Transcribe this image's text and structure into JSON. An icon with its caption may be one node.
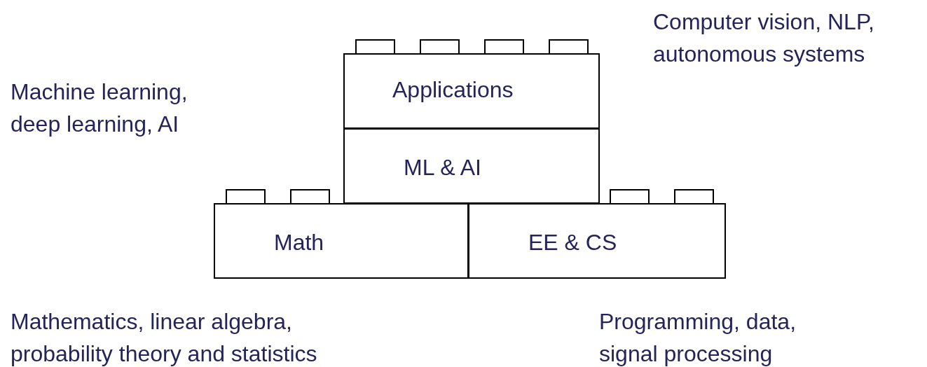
{
  "diagram": {
    "nodes": [
      {
        "text": [
          "Applications"
        ]
      },
      {
        "text": [
          "ML & AI"
        ]
      },
      {
        "text": [
          "Math"
        ]
      },
      {
        "text": [
          "EE & CS"
        ]
      }
    ],
    "edges": [],
    "labels": [
      "Computer vision, NLP, autonomous systems",
      "Machine learning, deep learning, AI",
      "Mathematics, linear algebra, probability theory and statistics",
      "Programming, data, signal processing"
    ]
  }
}
